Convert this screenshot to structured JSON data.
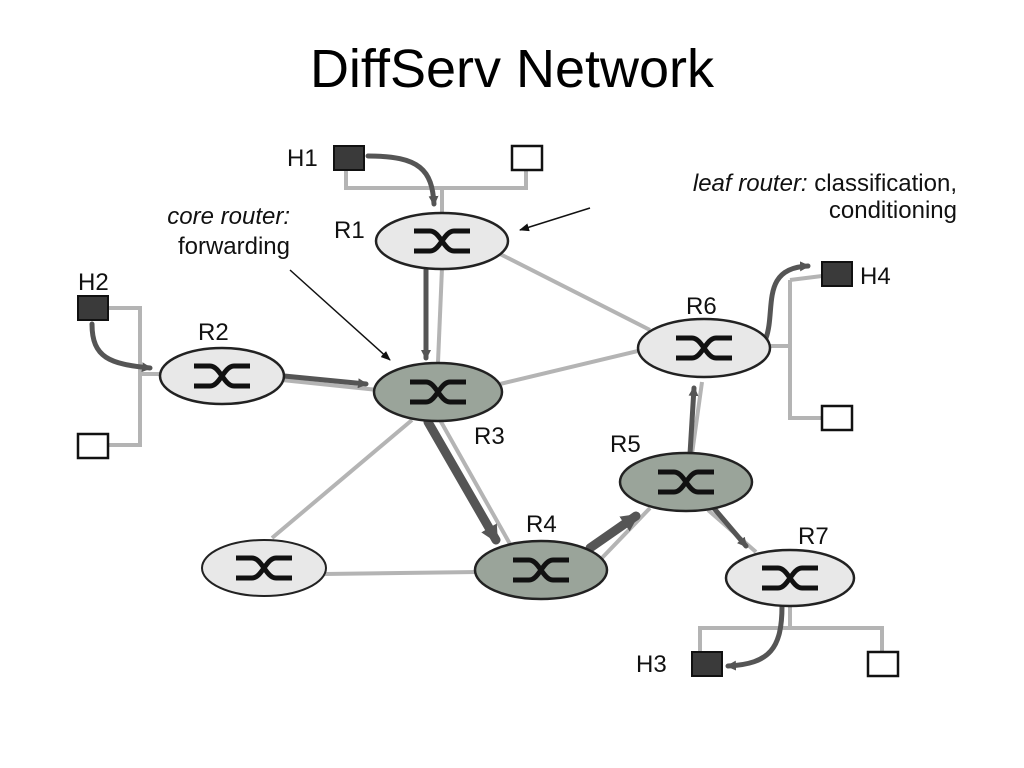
{
  "title": "DiffServ Network",
  "annotations": {
    "leaf_italic": "leaf router:",
    "leaf_rest": " classification,",
    "leaf_line2": "conditioning",
    "core_line1": "core router:",
    "core_line2": "forwarding"
  },
  "routers": {
    "r1": "R1",
    "r2": "R2",
    "r3": "R3",
    "r4": "R4",
    "r5": "R5",
    "r6": "R6",
    "r7": "R7"
  },
  "hosts": {
    "h1": "H1",
    "h2": "H2",
    "h3": "H3",
    "h4": "H4"
  },
  "colors": {
    "edge_router": "#e8e8e8",
    "core_router": "#9aa49a",
    "host_active": "#3a3a3a",
    "link": "#b4b4b4",
    "flow": "#555555"
  }
}
